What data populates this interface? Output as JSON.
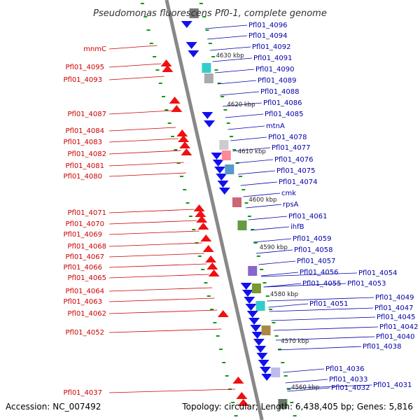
{
  "title": "Pseudomonas fluorescens Pf0-1, complete genome",
  "footer": {
    "accession": "Accession: NC_007492",
    "topology": "Topology: circular; Length: 6,438,405 bp; Genes: 5,816"
  },
  "colors": {
    "forward": "#ee1111",
    "reverse": "#1111ee",
    "backbone": "#888888",
    "dots": "#119911",
    "left_label": "#cc0000",
    "right_label": "#0000aa"
  },
  "scale_labels": [
    "4630 kbp",
    "4620 kbp",
    "4610 kbp",
    "4600 kbp",
    "4590 kbp",
    "4580 kbp",
    "4570 kbp",
    "4560 kbp"
  ],
  "left_labels": [
    "mnmC",
    "Pfl01_4095",
    "Pfl01_4093",
    "Pfl01_4087",
    "Pfl01_4084",
    "Pfl01_4083",
    "Pfl01_4082",
    "Pfl01_4081",
    "Pfl01_4080",
    "Pfl01_4071",
    "Pfl01_4070",
    "Pfl01_4069",
    "Pfl01_4068",
    "Pfl01_4067",
    "Pfl01_4066",
    "Pfl01_4065",
    "Pfl01_4064",
    "Pfl01_4063",
    "Pfl01_4062",
    "Pfl01_4052",
    "Pfl01_4037"
  ],
  "right_labels": [
    "Pfl01_4096",
    "Pfl01_4094",
    "Pfl01_4092",
    "Pfl01_4091",
    "Pfl01_4090",
    "Pfl01_4089",
    "Pfl01_4088",
    "Pfl01_4086",
    "Pfl01_4085",
    "mtnA",
    "Pfl01_4078",
    "Pfl01_4077",
    "Pfl01_4076",
    "Pfl01_4075",
    "Pfl01_4074",
    "cmk",
    "rpsA",
    "Pfl01_4061",
    "ihfB",
    "Pfl01_4059",
    "Pfl01_4058",
    "Pfl01_4057",
    "Pfl01_4056",
    "Pfl01_4055",
    "Pfl01_4054",
    "Pfl01_4053",
    "Pfl01_4051",
    "Pfl01_4049",
    "Pfl01_4047",
    "Pfl01_4045",
    "Pfl01_4042",
    "Pfl01_4040",
    "Pfl01_4038",
    "Pfl01_4036",
    "Pfl01_4033",
    "Pfl01_4032",
    "Pfl01_4031"
  ]
}
